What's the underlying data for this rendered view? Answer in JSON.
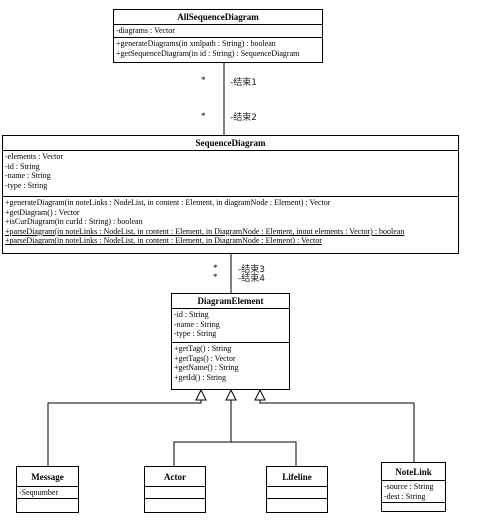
{
  "classes": {
    "all_sequence_diagram": {
      "name": "AllSequenceDiagram",
      "attributes": [
        "-diagrams : Vector"
      ],
      "operations": [
        "+generateDiagrams(in xmlpath : String) : boolean",
        "+getSequenceDiagram(in id : String) : SequenceDiagram"
      ]
    },
    "sequence_diagram": {
      "name": "SequenceDiagram",
      "attributes": [
        "-elements : Vector",
        "-id : String",
        "-name : String",
        "-type : String"
      ],
      "operations": [
        "+generateDiagram(in noteLinks : NodeList, in content : Element, in diagramNode : Element) : Vector",
        "+getDiagram() : Vector",
        "+isCurDiagram(in curId : String) : boolean",
        "+parseDiagram(in noteLinks : NodeList, in content : Element, in DiagramNode : Element, inout elements : Vector) : boolean",
        "+parseDiagram(in noteLinks : NodeList, in content : Element, in DiagramNode : Element) : Vector"
      ]
    },
    "diagram_element": {
      "name": "DiagramElement",
      "attributes": [
        "-id : String",
        "-name : String",
        "-type : String"
      ],
      "operations": [
        "+getTag() : String",
        "+getTags() : Vector",
        "+getName() : String",
        "+getId() : String"
      ]
    },
    "message": {
      "name": "Message",
      "attributes": [
        "-Seqnumber"
      ]
    },
    "actor": {
      "name": "Actor"
    },
    "lifeline": {
      "name": "Lifeline"
    },
    "note_link": {
      "name": "NoteLink",
      "attributes": [
        "-source : String",
        "-dest : String"
      ]
    }
  },
  "associations": {
    "top": {
      "mult_a": "*",
      "mult_b": "*",
      "role_a": "-结束1",
      "role_b": "-结束2"
    },
    "middle": {
      "mult_a": "*",
      "mult_b": "*",
      "role_a": "-结束3",
      "role_b": "-结束4"
    }
  }
}
